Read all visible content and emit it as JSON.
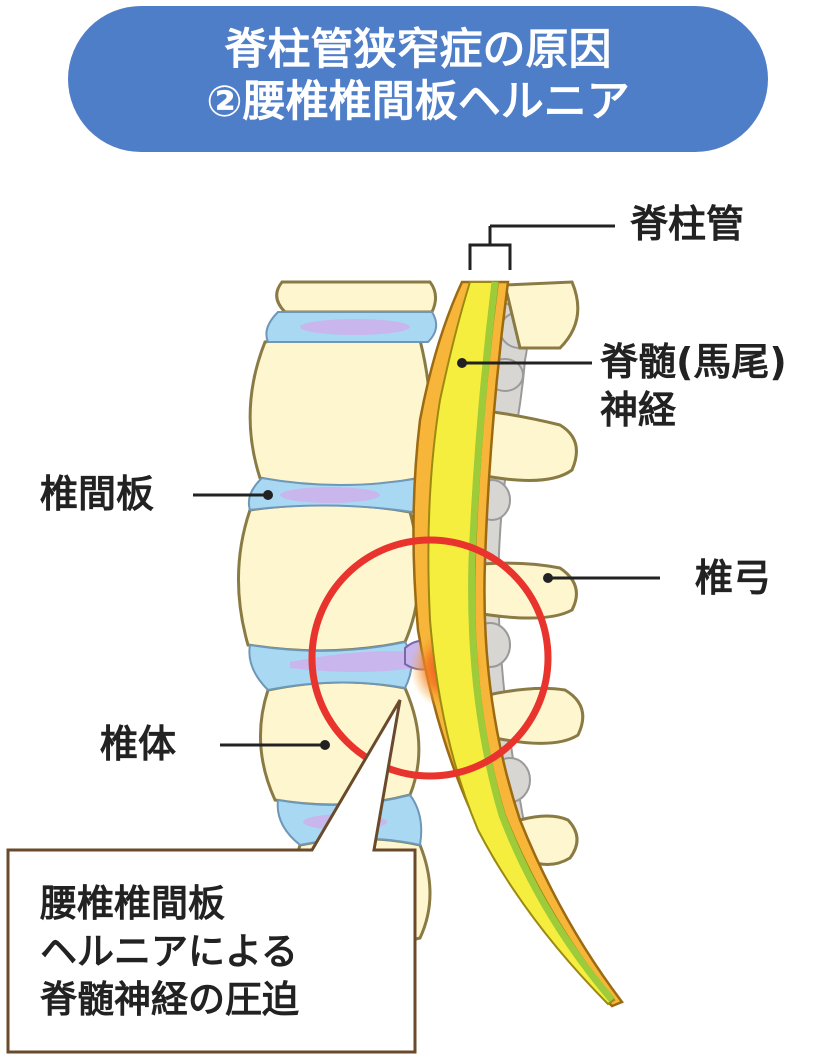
{
  "header": {
    "title_line1": "脊柱管狭窄症の原因",
    "title_line2": "②腰椎椎間板ヘルニア"
  },
  "labels": {
    "spinal_canal": "脊柱管",
    "spinal_cord_line1": "脊髄(馬尾)",
    "spinal_cord_line2": "神経",
    "intervertebral_disc": "椎間板",
    "vertebral_arch": "椎弓",
    "vertebral_body": "椎体"
  },
  "callout": {
    "line1": "腰椎椎間板",
    "line2": "ヘルニアによる",
    "line3": "脊髄神経の圧迫"
  },
  "colors": {
    "banner": "#4f7ec9",
    "bone": "#fdf6cf",
    "disc": "#a9d8f3",
    "nucleus": "#c9b6ec",
    "cord": "#f6ee3f",
    "canal": "#f7b63a",
    "nerve_green": "#b9dd4a",
    "highlight_ring": "#e8342c"
  }
}
